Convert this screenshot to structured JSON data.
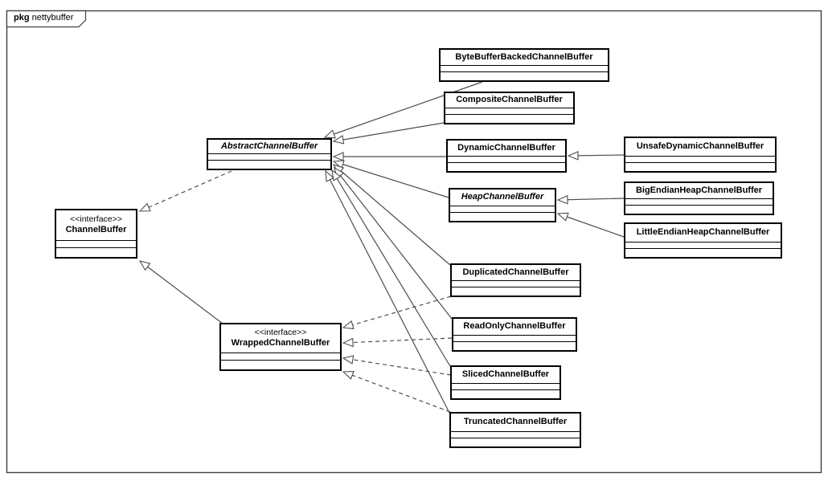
{
  "frame": {
    "keyword": "pkg",
    "name": "nettybuffer"
  },
  "colors": {
    "background": "#ffffff",
    "box_border": "#000000",
    "box_fill": "#ffffff",
    "line": "#4d4d4d",
    "frame_border": "#404040",
    "text": "#000000"
  },
  "classes": {
    "byte_buffer_backed": {
      "name": "ByteBufferBackedChannelBuffer"
    },
    "composite": {
      "name": "CompositeChannelBuffer"
    },
    "dynamic": {
      "name": "DynamicChannelBuffer"
    },
    "abstract": {
      "name": "AbstractChannelBuffer",
      "abstract": true
    },
    "channel_buffer": {
      "stereotype": "<<interface>>",
      "name": "ChannelBuffer"
    },
    "heap": {
      "name": "HeapChannelBuffer",
      "abstract": true
    },
    "unsafe_dynamic": {
      "name": "UnsafeDynamicChannelBuffer"
    },
    "big_endian_heap": {
      "name": "BigEndianHeapChannelBuffer"
    },
    "little_endian_heap": {
      "name": "LittleEndianHeapChannelBuffer"
    },
    "duplicated": {
      "name": "DuplicatedChannelBuffer"
    },
    "read_only": {
      "name": "ReadOnlyChannelBuffer"
    },
    "sliced": {
      "name": "SlicedChannelBuffer"
    },
    "truncated": {
      "name": "TruncatedChannelBuffer"
    },
    "wrapped": {
      "stereotype": "<<interface>>",
      "name": "WrappedChannelBuffer"
    }
  },
  "relationships": [
    {
      "from": "ByteBufferBackedChannelBuffer",
      "to": "AbstractChannelBuffer",
      "type": "generalization"
    },
    {
      "from": "CompositeChannelBuffer",
      "to": "AbstractChannelBuffer",
      "type": "generalization"
    },
    {
      "from": "DynamicChannelBuffer",
      "to": "AbstractChannelBuffer",
      "type": "generalization"
    },
    {
      "from": "HeapChannelBuffer",
      "to": "AbstractChannelBuffer",
      "type": "generalization"
    },
    {
      "from": "DuplicatedChannelBuffer",
      "to": "AbstractChannelBuffer",
      "type": "generalization"
    },
    {
      "from": "ReadOnlyChannelBuffer",
      "to": "AbstractChannelBuffer",
      "type": "generalization"
    },
    {
      "from": "SlicedChannelBuffer",
      "to": "AbstractChannelBuffer",
      "type": "generalization"
    },
    {
      "from": "TruncatedChannelBuffer",
      "to": "AbstractChannelBuffer",
      "type": "generalization"
    },
    {
      "from": "UnsafeDynamicChannelBuffer",
      "to": "DynamicChannelBuffer",
      "type": "generalization"
    },
    {
      "from": "BigEndianHeapChannelBuffer",
      "to": "HeapChannelBuffer",
      "type": "generalization"
    },
    {
      "from": "LittleEndianHeapChannelBuffer",
      "to": "HeapChannelBuffer",
      "type": "generalization"
    },
    {
      "from": "AbstractChannelBuffer",
      "to": "ChannelBuffer",
      "type": "realization"
    },
    {
      "from": "WrappedChannelBuffer",
      "to": "ChannelBuffer",
      "type": "generalization"
    },
    {
      "from": "DuplicatedChannelBuffer",
      "to": "WrappedChannelBuffer",
      "type": "realization"
    },
    {
      "from": "ReadOnlyChannelBuffer",
      "to": "WrappedChannelBuffer",
      "type": "realization"
    },
    {
      "from": "SlicedChannelBuffer",
      "to": "WrappedChannelBuffer",
      "type": "realization"
    },
    {
      "from": "TruncatedChannelBuffer",
      "to": "WrappedChannelBuffer",
      "type": "realization"
    }
  ]
}
